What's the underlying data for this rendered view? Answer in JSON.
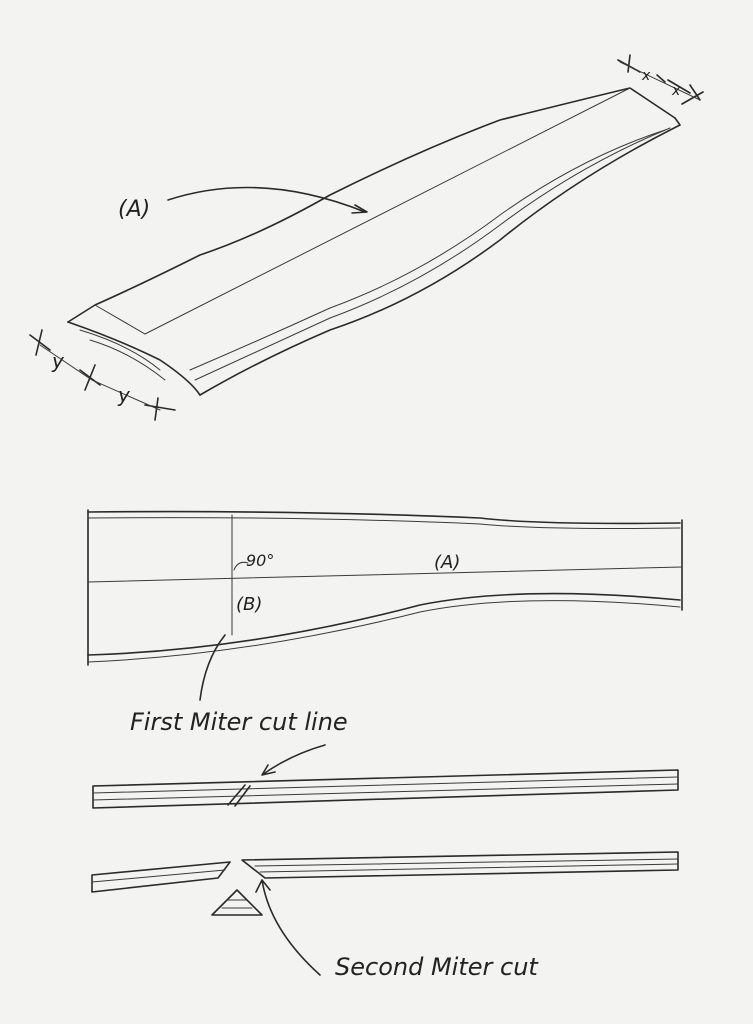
{
  "labels": {
    "board_a_top": "(A)",
    "dim_y1": "y",
    "dim_y2": "y",
    "dim_x1": "x",
    "dim_x2": "x",
    "angle": "90°",
    "board_a_plan": "(A)",
    "line_b": "(B)",
    "first_cut": "First Miter cut line",
    "second_cut": "Second Miter cut"
  },
  "colors": {
    "paper": "#f3f3f1",
    "ink": "#2a2a2a"
  }
}
